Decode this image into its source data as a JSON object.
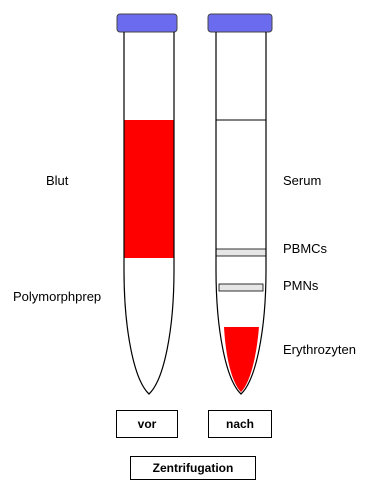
{
  "tubes": {
    "before": {
      "cap_color": "#6b6bf0",
      "fill_color": "#ff0000",
      "labels": {
        "blood": "Blut",
        "medium": "Polymorphprep"
      },
      "state_label": "vor"
    },
    "after": {
      "cap_color": "#6b6bf0",
      "fill_color": "#ff0000",
      "band_color": "#e6e6e6",
      "labels": {
        "serum": "Serum",
        "pbmc": "PBMCs",
        "pmn": "PMNs",
        "erythrocytes": "Erythrozyten"
      },
      "state_label": "nach"
    }
  },
  "process_label": "Zentrifugation"
}
